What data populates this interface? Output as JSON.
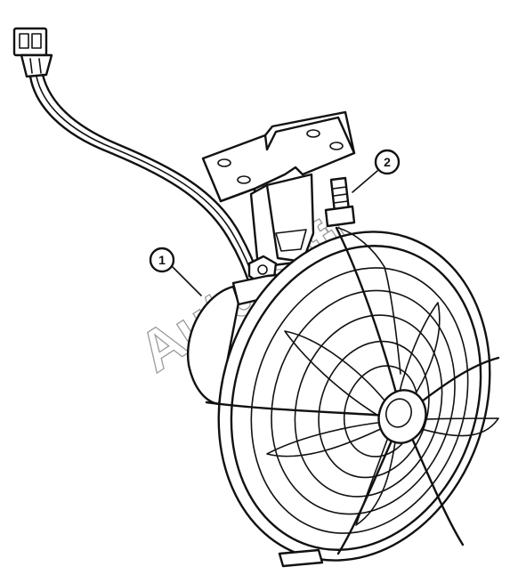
{
  "callouts": [
    {
      "id": "1",
      "label": "1"
    },
    {
      "id": "2",
      "label": "2"
    }
  ],
  "watermark": "AutoSoft",
  "colors": {
    "ink": "#111111",
    "background": "#ffffff",
    "watermark": "#9a9a9a"
  }
}
